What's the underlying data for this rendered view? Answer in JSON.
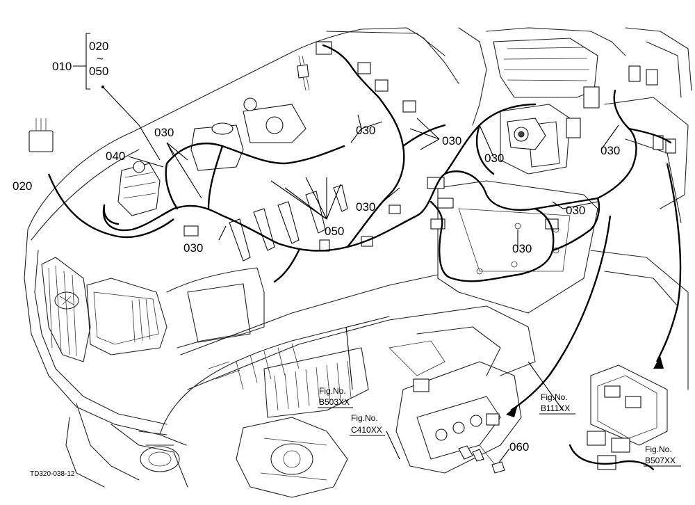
{
  "callouts": {
    "c010": "010",
    "c020_range_top": "020",
    "c_tilde": "~",
    "c050_range_bottom": "050",
    "c020": "020",
    "c040": "040",
    "c030_a": "030",
    "c030_b": "030",
    "c030_c": "030",
    "c030_d": "030",
    "c030_e": "030",
    "c030_f": "030",
    "c030_g": "030",
    "c030_h": "030",
    "c030_i": "030",
    "c050": "050",
    "c060": "060"
  },
  "figure_refs": {
    "b503": {
      "label": "Fig.No.",
      "ref": "B503XX"
    },
    "c410": {
      "label": "Fig.No.",
      "ref": "C410XX"
    },
    "b111": {
      "label": "Fig.No.",
      "ref": "B111XX"
    },
    "b507": {
      "label": "Fig.No.",
      "ref": "B507XX"
    }
  },
  "drawing_code": "TD320-038-12"
}
